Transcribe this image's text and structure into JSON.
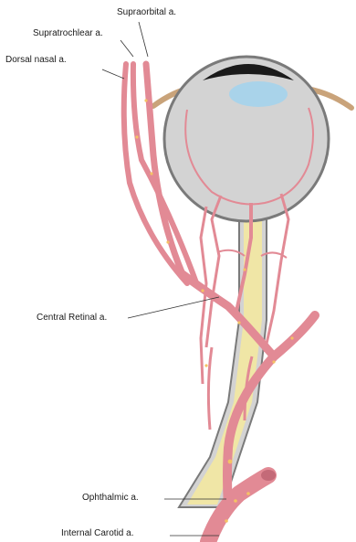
{
  "labels": {
    "supraorbital": "Supraorbital a.",
    "supratrochlear": "Supratrochlear a.",
    "dorsal_nasal": "Dorsal nasal a.",
    "central_retinal": "Central Retinal a.",
    "ophthalmic": "Ophthalmic a.",
    "internal_carotid": "Internal Carotid a."
  },
  "colors": {
    "artery": "#e28a95",
    "artery_outline": "#c46a78",
    "optic_nerve": "#f0e6a6",
    "sclera": "#d3d3d3",
    "outline": "#7a7a7a",
    "muscle": "#c9a37a",
    "cornea": "#1a1a1a",
    "lens": "#a9d3ea",
    "vessel_dots": "#f5c264",
    "leader": "#333333"
  }
}
